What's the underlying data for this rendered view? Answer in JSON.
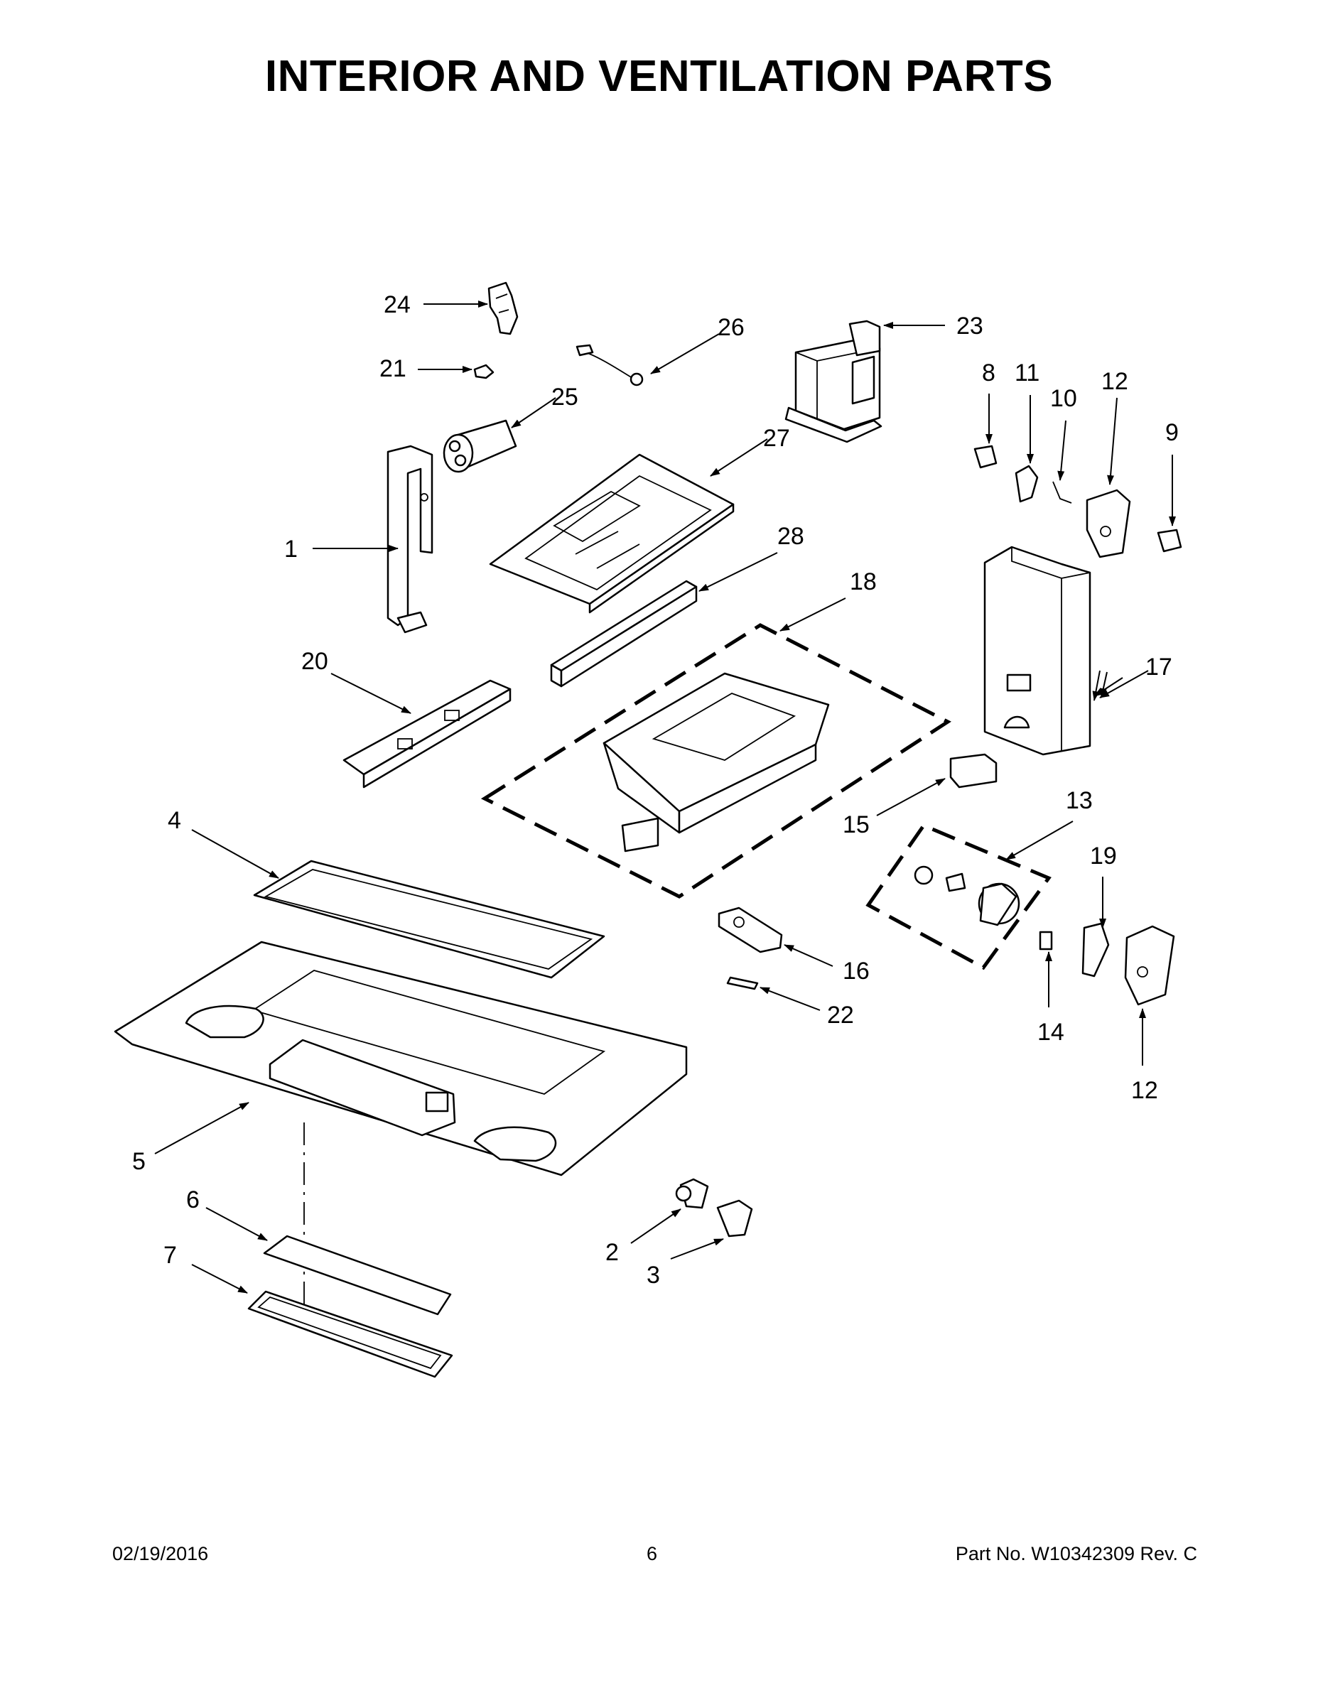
{
  "header": {
    "title": "INTERIOR AND VENTILATION PARTS"
  },
  "callouts": [
    {
      "id": "c1",
      "label": "1"
    },
    {
      "id": "c2",
      "label": "2"
    },
    {
      "id": "c3",
      "label": "3"
    },
    {
      "id": "c4",
      "label": "4"
    },
    {
      "id": "c5",
      "label": "5"
    },
    {
      "id": "c6",
      "label": "6"
    },
    {
      "id": "c7",
      "label": "7"
    },
    {
      "id": "c8",
      "label": "8"
    },
    {
      "id": "c9",
      "label": "9"
    },
    {
      "id": "c10",
      "label": "10"
    },
    {
      "id": "c11",
      "label": "11"
    },
    {
      "id": "c12a",
      "label": "12"
    },
    {
      "id": "c12b",
      "label": "12"
    },
    {
      "id": "c13",
      "label": "13"
    },
    {
      "id": "c14",
      "label": "14"
    },
    {
      "id": "c15",
      "label": "15"
    },
    {
      "id": "c16",
      "label": "16"
    },
    {
      "id": "c17",
      "label": "17"
    },
    {
      "id": "c18",
      "label": "18"
    },
    {
      "id": "c19",
      "label": "19"
    },
    {
      "id": "c20",
      "label": "20"
    },
    {
      "id": "c21",
      "label": "21"
    },
    {
      "id": "c22",
      "label": "22"
    },
    {
      "id": "c23",
      "label": "23"
    },
    {
      "id": "c24",
      "label": "24"
    },
    {
      "id": "c25",
      "label": "25"
    },
    {
      "id": "c26",
      "label": "26"
    },
    {
      "id": "c27",
      "label": "27"
    },
    {
      "id": "c28",
      "label": "28"
    }
  ],
  "footer": {
    "date": "02/19/2016",
    "page": "6",
    "part_number": "Part No.  W10342309  Rev.  C"
  }
}
